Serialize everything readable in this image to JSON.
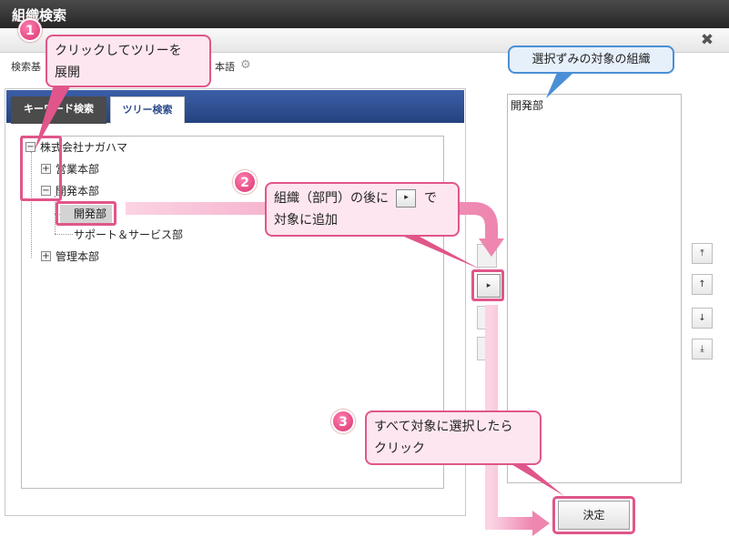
{
  "window": {
    "title": "組織検索",
    "close_symbol": "✖"
  },
  "toolbar": {
    "condition_label": "検索基",
    "language_label": "本語",
    "settings_icon": "gear-icon"
  },
  "tabs": [
    {
      "label": "キーワード検索",
      "active": false
    },
    {
      "label": "ツリー検索",
      "active": true
    }
  ],
  "tree": {
    "root": "株式会社ナガハマ",
    "nodes": [
      {
        "label": "営業本部",
        "state": "collapsed"
      },
      {
        "label": "開発本部",
        "state": "expanded"
      },
      {
        "label": "開発部",
        "state": "selected"
      },
      {
        "label": "サポート＆サービス部",
        "state": "leaf"
      },
      {
        "label": "管理本部",
        "state": "collapsed"
      }
    ]
  },
  "selected_list": {
    "items": [
      "開発部"
    ]
  },
  "buttons": {
    "decide": "決定",
    "add_symbol": "▸",
    "order_symbols": [
      "⤒",
      "↑",
      "↓",
      "⤓"
    ]
  },
  "annotations": {
    "step1": {
      "number": "1",
      "lines": [
        "クリックしてツリーを",
        "展開"
      ]
    },
    "step2": {
      "number": "2",
      "line1a": "組織（部門）の後に",
      "line1b": "で",
      "line2": "対象に追加",
      "button_symbol": "▸"
    },
    "step3": {
      "number": "3",
      "lines": [
        "すべて対象に選択したら",
        "クリック"
      ]
    },
    "selected_label": "選択ずみの対象の組織",
    "highlight_color": "#e0568a",
    "info_color": "#4a8fd6"
  }
}
